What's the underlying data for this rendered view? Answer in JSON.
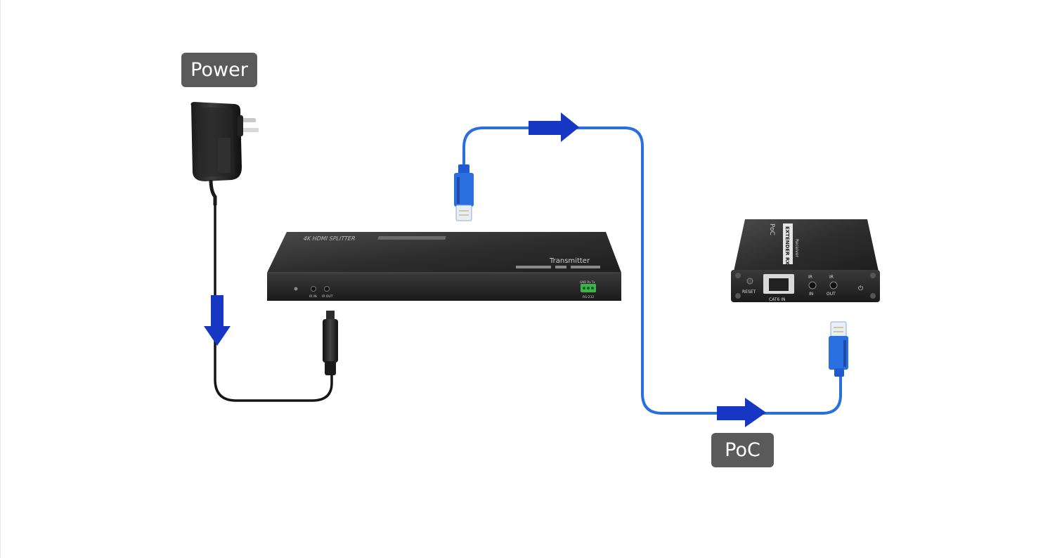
{
  "labels": {
    "power": "Power",
    "poc": "PoC"
  },
  "transmitter": {
    "top_title": "4K HDMI SPLITTER",
    "side_title": "Transmitter",
    "port_ir_in": "IR IN",
    "port_ir_out": "IR OUT",
    "rs232_label": "RS-232",
    "rs232_pins": "GND Rx Tx"
  },
  "receiver": {
    "top_badge": "EXTENDER RX",
    "top_poc": "PoC",
    "top_sub": "Receiver",
    "reset": "RESET",
    "cat6_in": "CAT6 IN",
    "ir": "IR",
    "in": "IN",
    "out": "OUT"
  },
  "colors": {
    "cable_blue": "#2a6fe0",
    "arrow_blue": "#1537c4",
    "label_bg": "#5a5a5a",
    "device_body": "#2b2b2b",
    "power_cable": "#1a1a1a",
    "terminal_green": "#3db34a"
  }
}
